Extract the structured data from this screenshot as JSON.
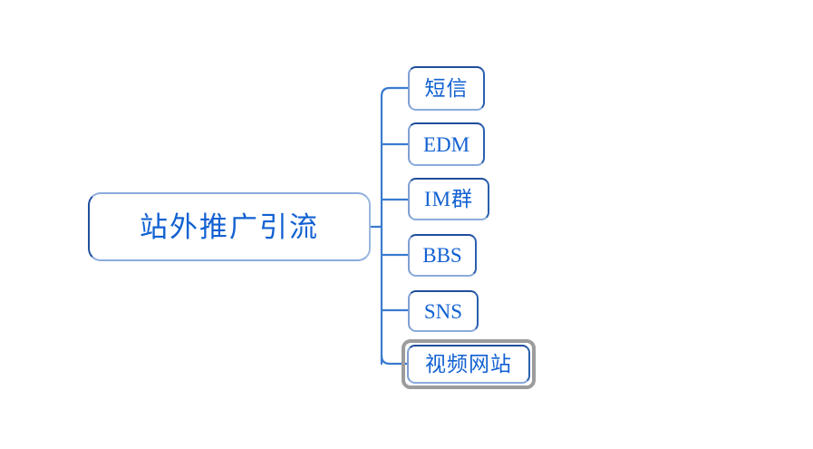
{
  "diagram": {
    "type": "mind-map",
    "background_color": "#ffffff",
    "node_text_color": "#1261d2",
    "node_border_color": "#2a5fae",
    "connector_color": "#3a7bd0",
    "selection_color": "#9c9c9c",
    "root": {
      "label": "站外推广引流",
      "name": "root-node"
    },
    "children": [
      {
        "label": "短信",
        "name": "node-sms",
        "selected": false
      },
      {
        "label": "EDM",
        "name": "node-edm",
        "selected": false
      },
      {
        "label": "IM群",
        "name": "node-im",
        "selected": false
      },
      {
        "label": "BBS",
        "name": "node-bbs",
        "selected": false
      },
      {
        "label": "SNS",
        "name": "node-sns",
        "selected": false
      },
      {
        "label": "视频网站",
        "name": "node-video",
        "selected": true
      }
    ]
  }
}
